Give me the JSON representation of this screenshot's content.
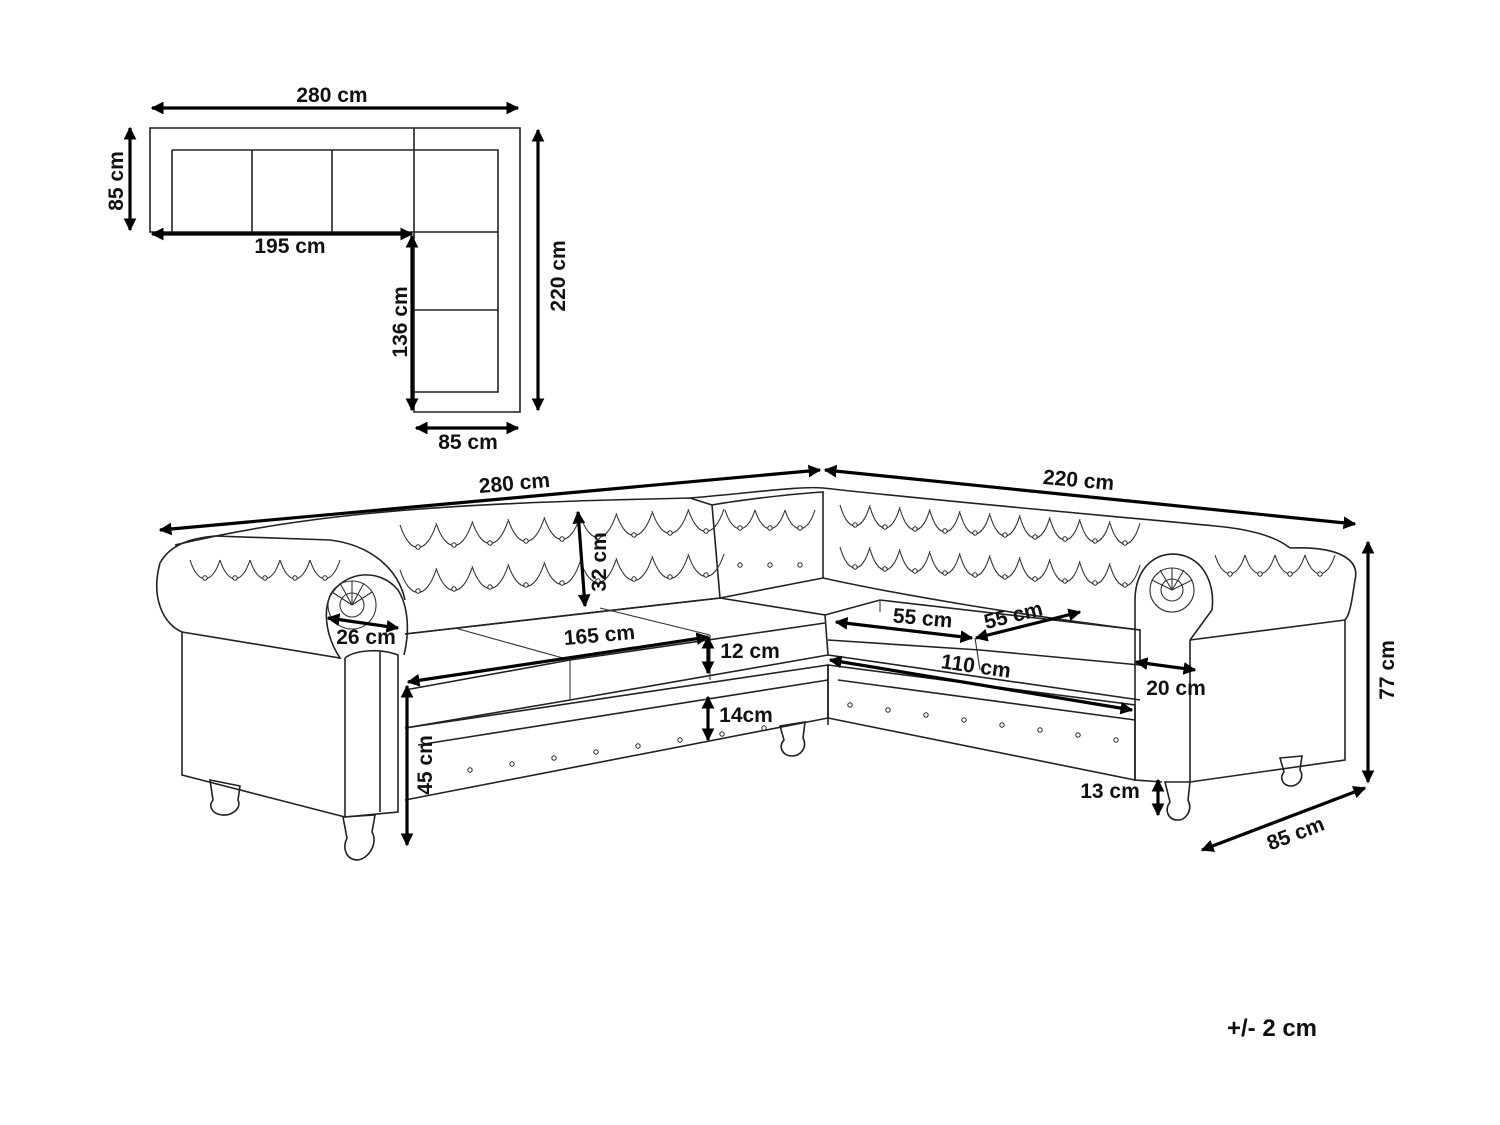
{
  "labels": {
    "plan_width": "280 cm",
    "plan_depth": "85 cm",
    "plan_195": "195 cm",
    "plan_136": "136 cm",
    "plan_220": "220 cm",
    "plan_85": "85 cm",
    "sofa_width_left": "280 cm",
    "sofa_width_right": "220 cm",
    "height": "77 cm",
    "depth": "85 cm",
    "back_height": "32 cm",
    "seat_width_left": "165 cm",
    "cushion_height": "12 cm",
    "base_height": "14cm",
    "seat_height": "45 cm",
    "arm_width_left": "26 cm",
    "cushion_a": "55 cm",
    "cushion_b": "55 cm",
    "seat_width_right": "110 cm",
    "arm_width_right": "20 cm",
    "leg_height": "13 cm"
  },
  "tolerance": "+/- 2 cm"
}
